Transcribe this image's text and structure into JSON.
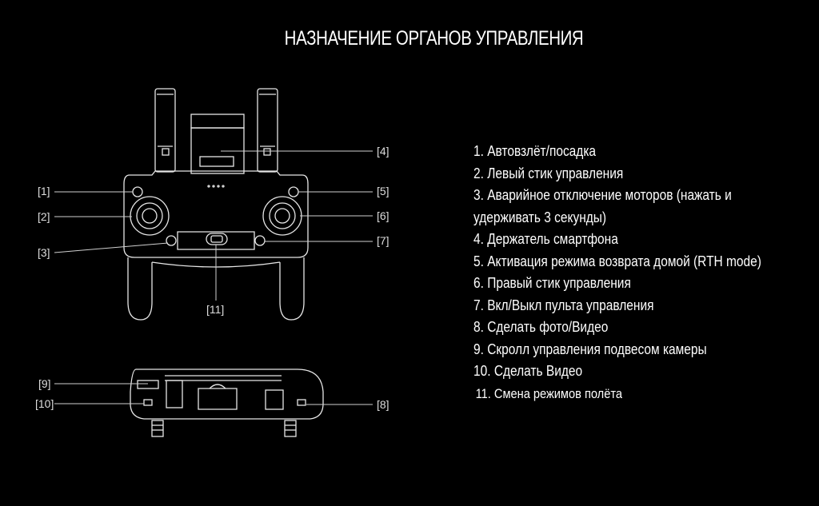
{
  "title": "НАЗНАЧЕНИЕ ОРГАНОВ УПРАВЛЕНИЯ",
  "callouts": [
    "[1]",
    "[2]",
    "[3]",
    "[4]",
    "[5]",
    "[6]",
    "[7]",
    "[11]",
    "[9]",
    "[10]",
    "[8]"
  ],
  "legend": [
    "1.  Автовзлёт/посадка",
    "2. Левый стик управления",
    "3. Аварийное отключение моторов (нажать и удерживать 3 секунды)",
    "4. Держатель смартфона",
    "5. Активация режима возврата домой (RTH mode)",
    "6. Правый стик управления",
    "7. Вкл/Выкл пульта управления",
    "8. Сделать фото/Видео",
    "9. Скролл управления подвесом камеры",
    "10. Сделать Видео",
    "11. Смена режимов полёта"
  ]
}
